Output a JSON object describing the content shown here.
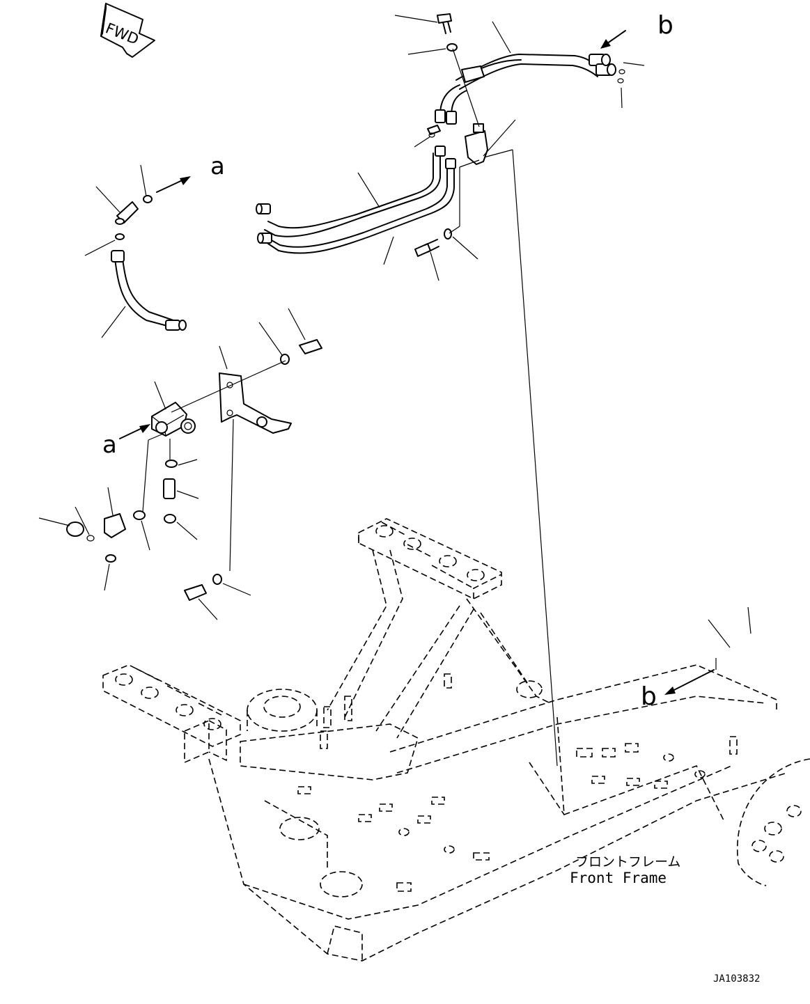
{
  "direction_badge": {
    "text": "FWD"
  },
  "callouts": {
    "a": "a",
    "b": "b"
  },
  "frame_label": {
    "jp": "フロントフレーム",
    "en": "Front Frame"
  },
  "drawing_number": "JA103832"
}
